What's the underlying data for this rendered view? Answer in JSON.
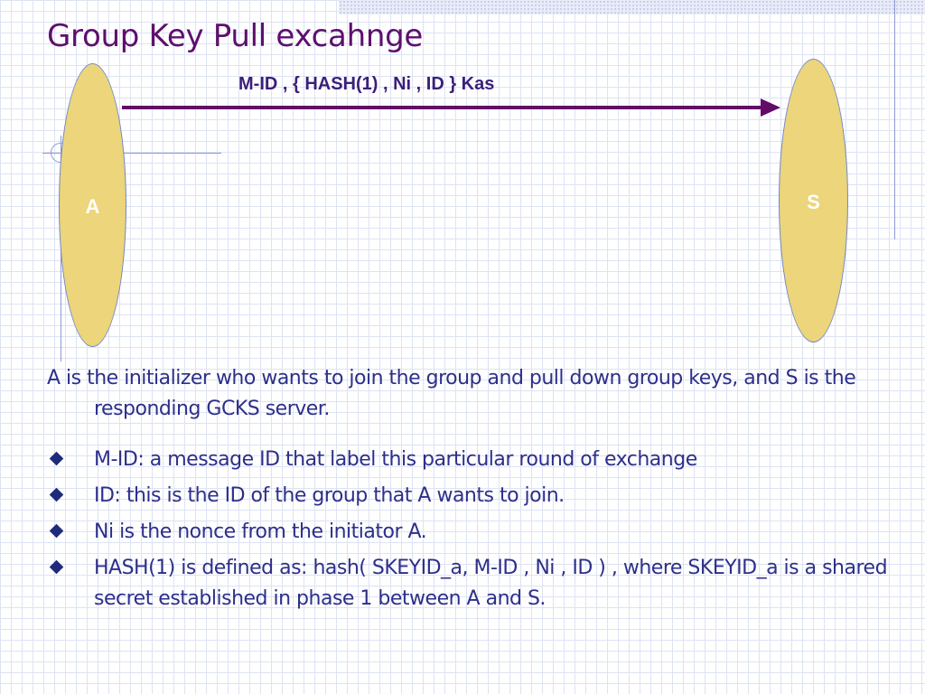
{
  "slide": {
    "title": "Group Key Pull excahnge"
  },
  "diagram": {
    "initiator": {
      "label": "A"
    },
    "server": {
      "label": "S"
    },
    "message": {
      "label": "M-ID , { HASH(1) , Ni , ID } Kas",
      "direction": "initiator-to-server"
    }
  },
  "content": {
    "intro": "A is the initializer who wants to join the group and pull down group keys, and S is the responding GCKS server.",
    "bullets": [
      "M-ID: a message ID that label this particular round of exchange",
      "ID: this is the ID of the group that A wants to join.",
      "Ni is the nonce from the initiator A.",
      "HASH(1) is defined as: hash( SKEYID_a, M-ID , Ni , ID ) , where SKEYID_a is a shared secret established in phase 1 between A and S."
    ]
  },
  "colors": {
    "title": "#5e0f6e",
    "entity_fill": "#ecd57a",
    "entity_border": "#6f86c9",
    "arrow": "#620b67",
    "body_text": "#2d2f8a"
  }
}
